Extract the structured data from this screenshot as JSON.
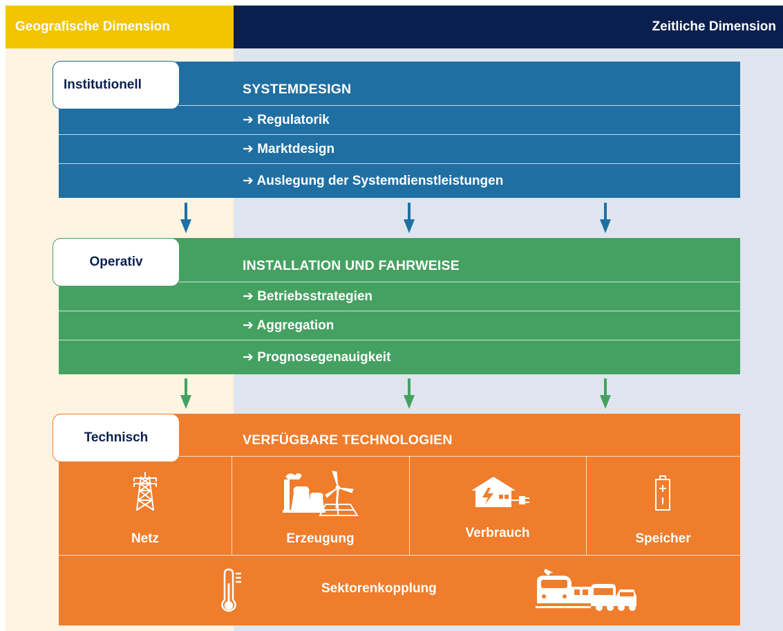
{
  "headers": {
    "geographic": "Geografische Dimension",
    "temporal": "Zeitliche Dimension"
  },
  "layers": {
    "institutional": {
      "tab": "Institutionell",
      "title": "SYSTEMDESIGN",
      "items": [
        "➔ Regulatorik",
        "➔ Marktdesign",
        "➔ Auslegung der Systemdienstleistungen"
      ]
    },
    "operative": {
      "tab": "Operativ",
      "title": "INSTALLATION UND FAHRWEISE",
      "items": [
        "➔ Betriebsstrategien",
        "➔ Aggregation",
        "➔ Prognosegenauigkeit"
      ]
    },
    "technical": {
      "tab": "Technisch",
      "title": "VERFÜGBARE TECHNOLOGIEN",
      "cells": [
        "Netz",
        "Erzeugung",
        "Verbrauch",
        "Speicher"
      ],
      "coupling": "Sektorenkopplung"
    }
  },
  "icons": {
    "netz": "power-pylon-icon",
    "erzeugung": "power-plant-wind-turbine-icon",
    "verbrauch": "house-charging-icon",
    "speicher": "battery-icon",
    "coupling_left": "thermometer-icon",
    "coupling_right": "train-bus-car-icon"
  },
  "colors": {
    "geographic_header": "#f3c400",
    "temporal_header": "#0b1f4f",
    "institutional": "#1f6fa3",
    "operative": "#45a161",
    "technical": "#ef7d2c",
    "geographic_background": "#fdf4e2",
    "temporal_background": "#dfe5ef"
  }
}
